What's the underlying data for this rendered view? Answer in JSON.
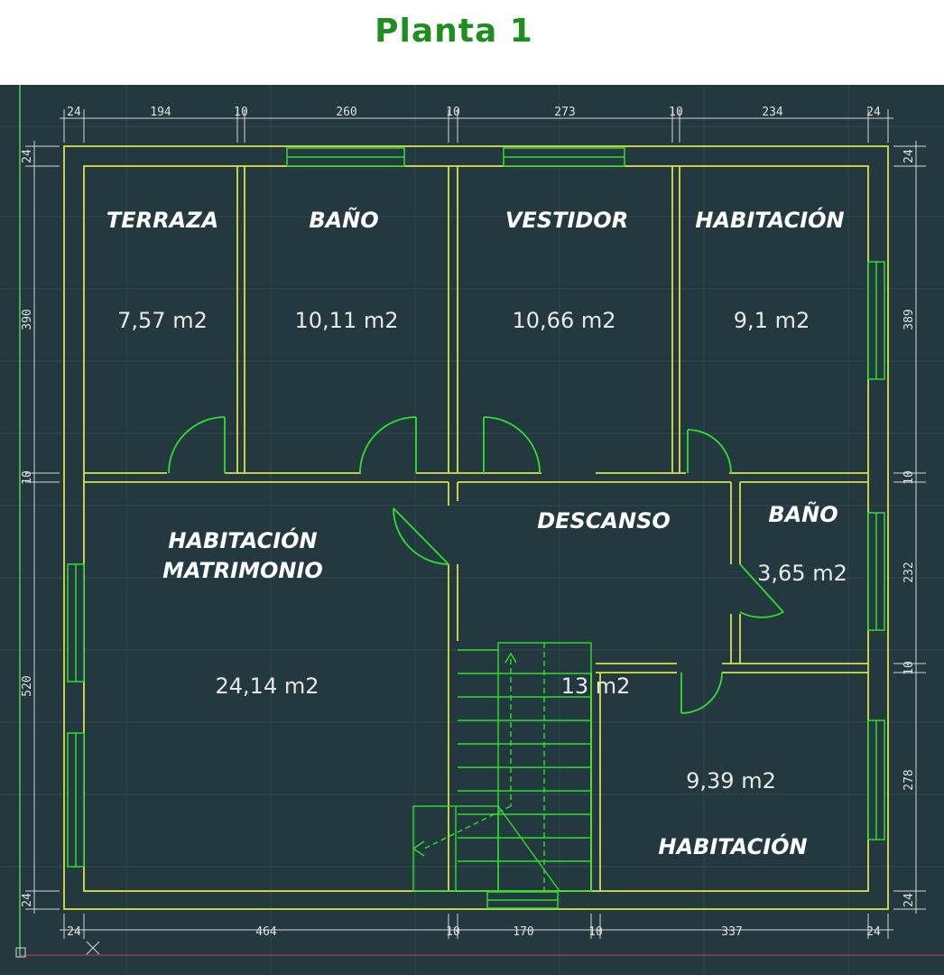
{
  "title": "Planta 1",
  "rooms": {
    "terraza": {
      "name": "TERRAZA",
      "area": "7,57  m2"
    },
    "bano1": {
      "name": "BAÑO",
      "area": "10,11  m2"
    },
    "vestidor": {
      "name": "VESTIDOR",
      "area": "10,66  m2"
    },
    "habitacion1": {
      "name": "HABITACIÓN",
      "area": "9,1  m2"
    },
    "habitacion_matrimonio": {
      "name_line1": "HABITACIÓN",
      "name_line2": "MATRIMONIO",
      "area": "24,14  m2"
    },
    "descanso": {
      "name": "DESCANSO",
      "area": "13  m2"
    },
    "bano2": {
      "name": "BAÑO",
      "area": "3,65  m2"
    },
    "habitacion2": {
      "name": "HABITACIÓN",
      "area": "9,39  m2"
    }
  },
  "dimensions": {
    "top": [
      "24",
      "194",
      "10",
      "260",
      "10",
      "273",
      "10",
      "234",
      "24"
    ],
    "bottom": [
      "24",
      "464",
      "10",
      "170",
      "10",
      "337",
      "24"
    ],
    "left": [
      "24",
      "390",
      "10",
      "520",
      "24"
    ],
    "right": [
      "24",
      "389",
      "10",
      "232",
      "10",
      "278",
      "24"
    ]
  },
  "colors": {
    "background": "#23393f",
    "walls": "#d8e04a",
    "doors": "#2ee02e",
    "grid": "#2f4a50",
    "title": "#1e8f1e"
  }
}
